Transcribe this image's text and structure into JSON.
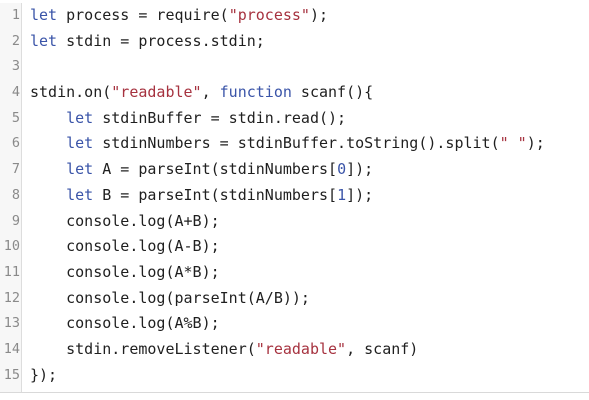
{
  "editor": {
    "colors": {
      "keyword": "#3a54a8",
      "string": "#a6323f",
      "text": "#1f1f1f",
      "line_number": "#8a8a8a",
      "gutter": "#f7f7f7"
    },
    "lines": [
      {
        "number": "1",
        "tokens": [
          {
            "t": "let",
            "c": "kw"
          },
          {
            "t": " process = require(",
            "c": "op"
          },
          {
            "t": "\"process\"",
            "c": "str"
          },
          {
            "t": ");",
            "c": "op"
          }
        ]
      },
      {
        "number": "2",
        "tokens": [
          {
            "t": "let",
            "c": "kw"
          },
          {
            "t": " stdin = process.stdin;",
            "c": "op"
          }
        ]
      },
      {
        "number": "3",
        "tokens": []
      },
      {
        "number": "4",
        "tokens": [
          {
            "t": "stdin.on(",
            "c": "op"
          },
          {
            "t": "\"readable\"",
            "c": "str"
          },
          {
            "t": ", ",
            "c": "op"
          },
          {
            "t": "function",
            "c": "kw"
          },
          {
            "t": " scanf(){",
            "c": "op"
          }
        ]
      },
      {
        "number": "5",
        "tokens": [
          {
            "t": "    ",
            "c": "op"
          },
          {
            "t": "let",
            "c": "kw"
          },
          {
            "t": " stdinBuffer = stdin.read();",
            "c": "op"
          }
        ]
      },
      {
        "number": "6",
        "tokens": [
          {
            "t": "    ",
            "c": "op"
          },
          {
            "t": "let",
            "c": "kw"
          },
          {
            "t": " stdinNumbers = stdinBuffer.toString().split(",
            "c": "op"
          },
          {
            "t": "\" \"",
            "c": "str"
          },
          {
            "t": ");",
            "c": "op"
          }
        ]
      },
      {
        "number": "7",
        "tokens": [
          {
            "t": "    ",
            "c": "op"
          },
          {
            "t": "let",
            "c": "kw"
          },
          {
            "t": " A = parseInt(stdinNumbers[",
            "c": "op"
          },
          {
            "t": "0",
            "c": "num"
          },
          {
            "t": "]);",
            "c": "op"
          }
        ]
      },
      {
        "number": "8",
        "tokens": [
          {
            "t": "    ",
            "c": "op"
          },
          {
            "t": "let",
            "c": "kw"
          },
          {
            "t": " B = parseInt(stdinNumbers[",
            "c": "op"
          },
          {
            "t": "1",
            "c": "num"
          },
          {
            "t": "]);",
            "c": "op"
          }
        ]
      },
      {
        "number": "9",
        "tokens": [
          {
            "t": "    console.log(A+B);",
            "c": "op"
          }
        ]
      },
      {
        "number": "10",
        "tokens": [
          {
            "t": "    console.log(A-B);",
            "c": "op"
          }
        ]
      },
      {
        "number": "11",
        "tokens": [
          {
            "t": "    console.log(A*B);",
            "c": "op"
          }
        ]
      },
      {
        "number": "12",
        "tokens": [
          {
            "t": "    console.log(parseInt(A/B));",
            "c": "op"
          }
        ]
      },
      {
        "number": "13",
        "tokens": [
          {
            "t": "    console.log(A%B);",
            "c": "op"
          }
        ]
      },
      {
        "number": "14",
        "tokens": [
          {
            "t": "    stdin.removeListener(",
            "c": "op"
          },
          {
            "t": "\"readable\"",
            "c": "str"
          },
          {
            "t": ", scanf)",
            "c": "op"
          }
        ]
      },
      {
        "number": "15",
        "tokens": [
          {
            "t": "});",
            "c": "op"
          }
        ]
      }
    ]
  }
}
